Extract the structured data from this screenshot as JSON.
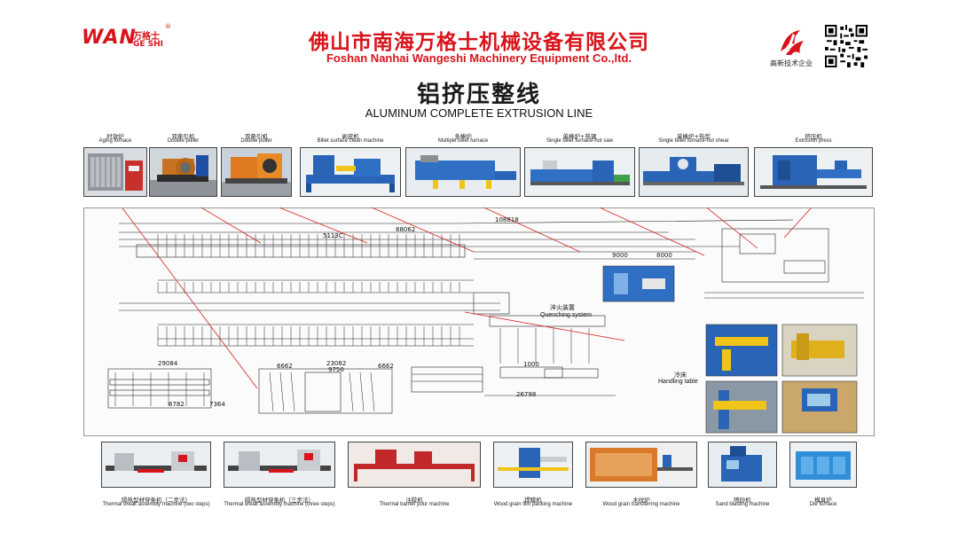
{
  "header": {
    "logo_text": "WAN",
    "logo_cn": "万格士",
    "logo_en": "GE SHI",
    "logo_reg": "®",
    "company_cn": "佛山市南海万格士机械设备有限公司",
    "company_en": "Foshan Nanhai Wangeshi Machinery Equipment Co.,ltd.",
    "hightech_label": "高新技术企业"
  },
  "title": {
    "cn": "铝挤压整线",
    "en": "ALUMINUM COMPLETE EXTRUSION LINE"
  },
  "top_machines": [
    {
      "cn": "时效炉",
      "en": "Aging furnace",
      "color": "#9a9a9a"
    },
    {
      "cn": "双牵引机",
      "en": "Double puller",
      "color": "#c8731f"
    },
    {
      "cn": "双牵引机",
      "en": "Double puller",
      "color": "#e07a20"
    },
    {
      "cn": "剥皮机",
      "en": "Billet surface clean machine",
      "color": "#2a64b6"
    },
    {
      "cn": "多棒炉",
      "en": "Multiple billet furnace",
      "color": "#2f6fc4"
    },
    {
      "cn": "单棒炉+热锯",
      "en": "Single billet furnace-hot saw",
      "color": "#2f6fc4"
    },
    {
      "cn": "单棒炉+热剪",
      "en": "Single billet furnace-hot shear",
      "color": "#2a64b6"
    },
    {
      "cn": "挤压机",
      "en": "Extrusion press",
      "color": "#2a64b6"
    }
  ],
  "drawing": {
    "quenching_cn": "淬火装置",
    "quenching_en": "Quenching system",
    "handling_cn": "冷床",
    "handling_en": "Handling table",
    "dims": [
      "108818",
      "5113C",
      "88062",
      "29084",
      "23082",
      "9750",
      "6662",
      "6662",
      "26798",
      "7364",
      "6782",
      "9000",
      "8000",
      "1000"
    ]
  },
  "bottom_machines": [
    {
      "cn": "隔热型材穿条机（二步法）",
      "en": "Thermal break assembly machine (two steps)"
    },
    {
      "cn": "隔热型材穿条机（三步法）",
      "en": "Thermal break assembly machine (three steps)"
    },
    {
      "cn": "注胶机",
      "en": "Thermal barrier pour machine"
    },
    {
      "cn": "焊膜机",
      "en": "Wood grain film packing machine"
    },
    {
      "cn": "木纹炉",
      "en": "Wood grain transferring machine"
    },
    {
      "cn": "喷砂机",
      "en": "Sand blasting machine"
    },
    {
      "cn": "模具炉",
      "en": "Die furnace"
    }
  ],
  "colors": {
    "brand_red": "#d8141b",
    "machine_blue": "#2a64b6",
    "machine_yellow": "#f0c419",
    "leader_red": "#d62020"
  }
}
